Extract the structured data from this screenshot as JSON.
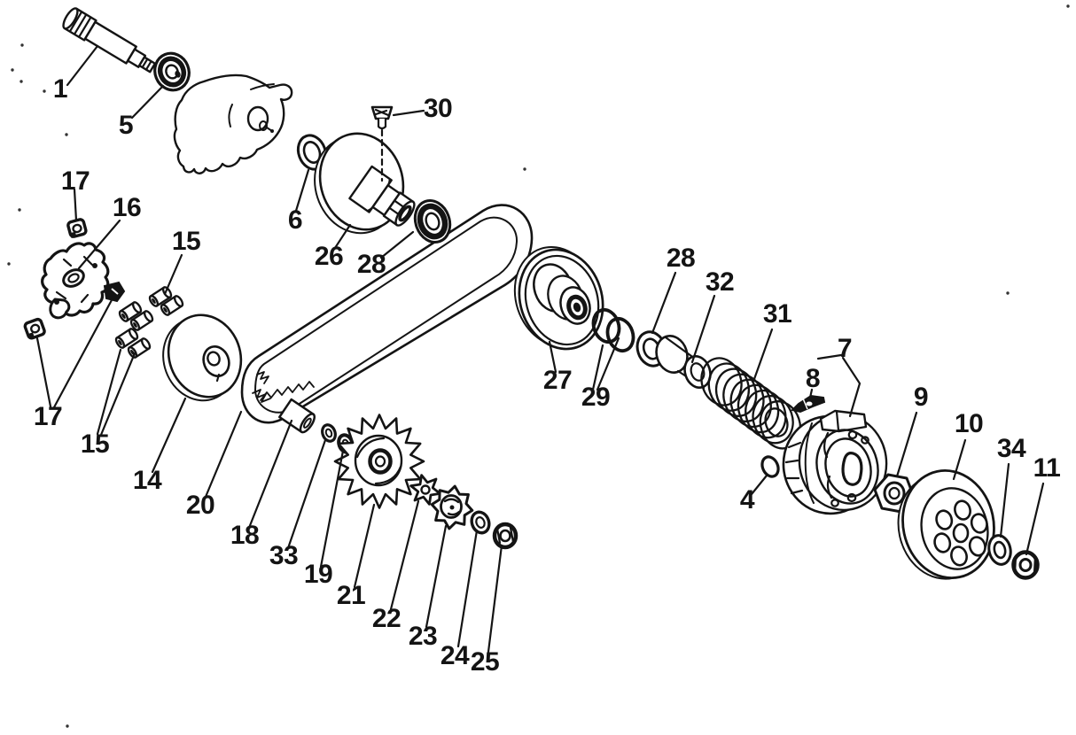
{
  "colors": {
    "ink": "#141414",
    "paper": "#ffffff"
  },
  "callouts": [
    {
      "label": "1",
      "part": "drive-shaft"
    },
    {
      "label": "5",
      "part": "ball-bearing"
    },
    {
      "label": "30",
      "part": "bolt"
    },
    {
      "label": "6",
      "part": "washer"
    },
    {
      "label": "26",
      "part": "drive-pulley-face"
    },
    {
      "label": "28",
      "part": "bearing-seal"
    },
    {
      "label": "17",
      "part": "slide-piece"
    },
    {
      "label": "16",
      "part": "ramp-plate"
    },
    {
      "label": "15",
      "part": "roller-weight"
    },
    {
      "label": "17",
      "part": "slide-piece"
    },
    {
      "label": "15",
      "part": "roller-weight"
    },
    {
      "label": "14",
      "part": "movable-drive-face"
    },
    {
      "label": "20",
      "part": "drive-belt"
    },
    {
      "label": "18",
      "part": "spacer-sleeve"
    },
    {
      "label": "33",
      "part": "washer"
    },
    {
      "label": "19",
      "part": "washer"
    },
    {
      "label": "21",
      "part": "fan-drive-face"
    },
    {
      "label": "22",
      "part": "lock-washer"
    },
    {
      "label": "23",
      "part": "starter-ratchet"
    },
    {
      "label": "24",
      "part": "washer"
    },
    {
      "label": "25",
      "part": "nut"
    },
    {
      "label": "27",
      "part": "driven-pulley"
    },
    {
      "label": "29",
      "part": "snap-rings"
    },
    {
      "label": "28",
      "part": "washer"
    },
    {
      "label": "32",
      "part": "collar"
    },
    {
      "label": "31",
      "part": "clutch-spring"
    },
    {
      "label": "8",
      "part": "clip"
    },
    {
      "label": "7",
      "part": "clutch-assembly"
    },
    {
      "label": "4",
      "part": "o-ring"
    },
    {
      "label": "9",
      "part": "lock-nut"
    },
    {
      "label": "10",
      "part": "clutch-drum"
    },
    {
      "label": "34",
      "part": "washer"
    },
    {
      "label": "11",
      "part": "nut"
    }
  ]
}
